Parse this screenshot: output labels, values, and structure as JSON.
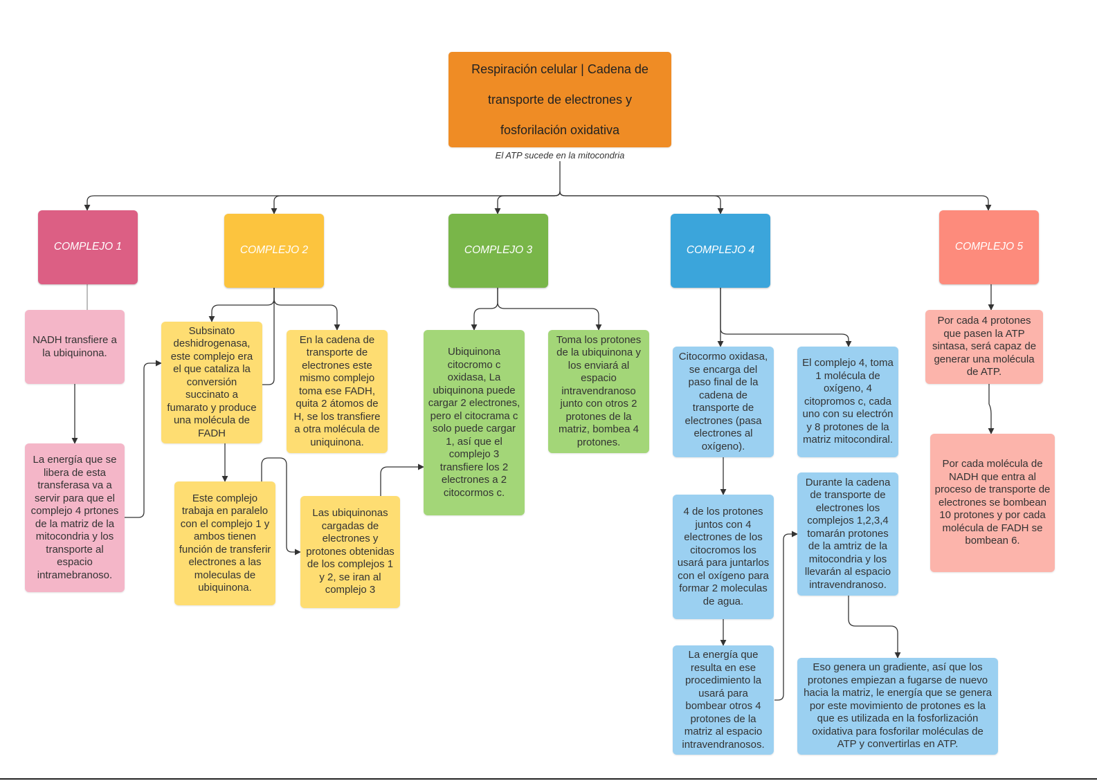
{
  "title": "Respiración celular | Cadena de transporte de electrones y fosforilación oxidativa",
  "subtitle": "El ATP sucede  en la mitocondria",
  "colors": {
    "title": "#ef8c25",
    "complejo1": "#dc5f84",
    "complejo1_note": "#f4b6c8",
    "complejo2": "#fcc43e",
    "complejo2_note": "#fedd72",
    "complejo3": "#79b649",
    "complejo3_note": "#a3d678",
    "complejo4": "#3ba5db",
    "complejo4_note": "#9bd0f1",
    "complejo5": "#fd8b7c",
    "complejo5_note": "#fcb4ab",
    "connector": "#333333"
  },
  "complejos": {
    "c1": {
      "label": "COMPLEJO 1"
    },
    "c2": {
      "label": "COMPLEJO 2"
    },
    "c3": {
      "label": "COMPLEJO 3"
    },
    "c4": {
      "label": "COMPLEJO 4"
    },
    "c5": {
      "label": "COMPLEJO 5"
    }
  },
  "notes": {
    "c1_a": "NADH transfiere a la ubiquinona.",
    "c1_b": "La energía que se libera de esta transferasa va a servir para que el complejo 4 prtones de la matriz de la mitocondria y los transporte  al espacio intramebranoso.",
    "c2_a": "Subsinato deshidrogenasa, este complejo era el que cataliza la conversión succinato a fumarato y produce una molécula de FADH",
    "c2_b": "En la cadena de transporte de electrones este mismo complejo toma ese FADH, quita 2 átomos de H, se los transfiere a otra molécula de uniquinona.",
    "c2_c": "Este complejo trabaja en paralelo con el complejo 1 y ambos tienen función de transferir electrones a las moleculas de ubiquinona.",
    "c2_d": "Las ubiquinonas cargadas de electrones y protones obtenidas de los complejos 1 y 2, se iran al complejo 3",
    "c3_a": "Ubiquinona citocromo c oxidasa, La ubiquinona puede cargar 2 electrones, pero el citocrama c solo puede cargar 1, así que el complejo 3 transfiere los 2 electrones a 2 citocormos c.",
    "c3_b": "Toma los protones de la ubiquinona y los enviará al espacio intravendranoso junto con otros 2 protones de la matriz, bombea 4 protones.",
    "c4_a": "Citocormo oxidasa, se encarga del paso final de la cadena de transporte de electrones (pasa electrones al oxígeno).",
    "c4_b": "El complejo 4, toma 1 molécula de oxígeno, 4 citopromos c, cada uno  con su electrón y 8 protones de la matriz mitocondiral.",
    "c4_c": "4 de los protones juntos con 4 electrones de los citocromos los usará para juntarlos con el oxígeno para formar 2 moleculas de agua.",
    "c4_d": "Durante la cadena de transporte de electrones los complejos 1,2,3,4 tomarán protones de la amtriz de la mitocondria y los llevarán al espacio intravendranoso.",
    "c4_e": "La energía que resulta en ese procedimiento la usará para bombear otros 4 protones de la matriz al espacio intravendranosos.",
    "c4_f": "Eso genera un gradiente, así que los protones empiezan a fugarse de nuevo hacia la matriz, le energía que se genera por este movimiento de protones es la que es utilizada en la fosforlización oxidativa para fosforilar moléculas de ATP y convertirlas en ATP.",
    "c5_a": "Por cada 4 protones que pasen la ATP sintasa, será capaz de generar una molécula de ATP.",
    "c5_b": "Por cada molécula de NADH que entra al proceso de transporte de electrones se bombean 10 protones y por cada molécula de FADH se bombean 6."
  }
}
